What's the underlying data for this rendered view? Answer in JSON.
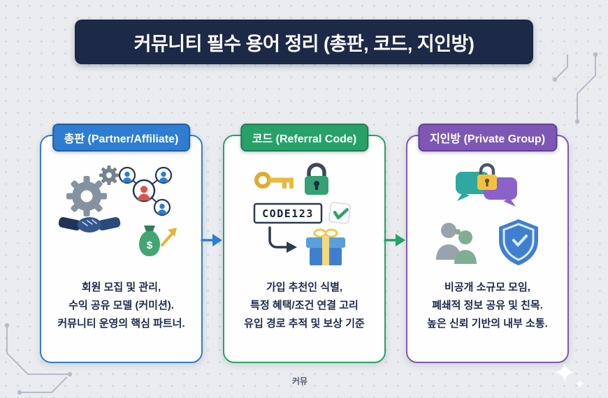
{
  "header": {
    "title": "커뮤니티 필수 용어 정리 (총판, 코드, 지인방)"
  },
  "cards": [
    {
      "label": "총판 (Partner/Affiliate)",
      "accent": "#2e7dd1",
      "lines": [
        "회원 모집 및 관리,",
        "수익 공유 모델 (커미션).",
        "커뮤니티 운영의 핵심 파트너."
      ],
      "money_symbol": "$",
      "icons": [
        "gear-icon",
        "handshake-icon",
        "people-network-icon",
        "money-bag-icon",
        "growth-arrow-icon"
      ]
    },
    {
      "label": "코드 (Referral Code)",
      "accent": "#27a167",
      "code_text": "CODE123",
      "lines": [
        "가입 추천인 식별,",
        "특정 혜택/조건 연결 고리",
        "유입 경로 추적 및 보상 기준"
      ],
      "icons": [
        "key-icon",
        "padlock-icon",
        "code-box",
        "check-icon",
        "flow-arrow-icon",
        "gift-icon"
      ]
    },
    {
      "label": "지인방 (Private Group)",
      "accent": "#7e57b5",
      "lines": [
        "비공개 소규모 모임,",
        "폐쇄적 정보 공유 및 친목.",
        "높은 신뢰 기반의 내부 소통."
      ],
      "icons": [
        "chat-bubbles-icon",
        "lock-icon",
        "whisper-people-icon",
        "shield-icon"
      ]
    }
  ],
  "connectors": [
    {
      "from": "총판",
      "to": "코드",
      "color": "#2e7dd1"
    },
    {
      "from": "코드",
      "to": "지인방",
      "color": "#27a167"
    }
  ],
  "footer": {
    "watermark": "커뮤"
  },
  "palette": {
    "background": "#e9ebee",
    "banner": "#1c2947",
    "text": "#1e2b4f"
  }
}
